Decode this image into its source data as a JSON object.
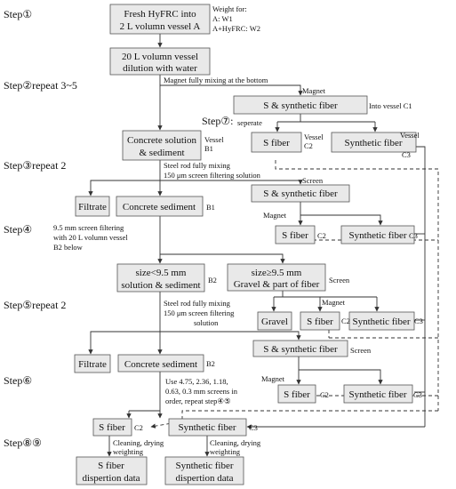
{
  "steps": {
    "s1": "Step①",
    "s2": "Step②repeat 3~5",
    "s3": "Step③repeat 2",
    "s4": "Step④",
    "s5": "Step⑤repeat 2",
    "s6": "Step⑥",
    "s7": "Step⑦:",
    "s89": "Step⑧⑨"
  },
  "boxes": {
    "fresh_l1": "Fresh HyFRC into",
    "fresh_l2": "2 L volumn vessel A",
    "dil_l1": "20 L volumn vessel",
    "dil_l2": "dilution with water",
    "ss1": "S & synthetic fiber",
    "conc_sol_l1": "Concrete solution",
    "conc_sol_l2": "& sediment",
    "sfib7": "S fiber",
    "synfib7": "Synthetic fiber",
    "filtrate1": "Filtrate",
    "sed1": "Concrete sediment",
    "ss3": "S & synthetic fiber",
    "sfib4": "S fiber",
    "synfib4": "Synthetic fiber",
    "small_l1": "size<9.5 mm",
    "small_l2": "solution & sediment",
    "big_l1": "size≥9.5 mm",
    "big_l2": "Gravel & part of fiber",
    "gravel": "Gravel",
    "sfib5": "S fiber",
    "synfib5": "Synthetic fiber",
    "ss5": "S & synthetic fiber",
    "filtrate2": "Filtrate",
    "sed2": "Concrete sediment",
    "sfib6": "S fiber",
    "synfib6": "Synthetic fiber",
    "sfib8": "S fiber",
    "synfib8": "Synthetic fiber",
    "sdata_l1": "S fiber",
    "sdata_l2": "dispertion data",
    "syndata_l1": "Synthetic fiber",
    "syndata_l2": "dispertion data"
  },
  "notes": {
    "weight_l1": "Weight for:",
    "weight_l2": "A: W1",
    "weight_l3": "A+HyFRC: W2",
    "magnet_bottom": "Magnet fully mixing at the bottom",
    "magnet_a": "Magnet",
    "into_c1": "Into vessel C1",
    "seperate": "seperate",
    "vessel_b1_l1": "Vessel",
    "vessel_b1_l2": "B1",
    "vessel_c2_l1": "Vessel",
    "vessel_c2_l2": "C2",
    "vessel_c3_l1": "Vessel",
    "vessel_c3_l2": "C3",
    "steel_rod1_l1": "Steel rod fully mixing",
    "steel_rod1_l2": "150 μm screen filtering solution",
    "screen_a": "Screen",
    "b1": "B1",
    "magnet_b": "Magnet",
    "c2_a": "C2",
    "c3_a": "C3",
    "screen95_l1": "9.5 mm screen filtering",
    "screen95_l2": "with 20 L volumn vessel",
    "screen95_l3": "B2 below",
    "b2_a": "B2",
    "screen_b": "Screen",
    "steel_rod2_l1": "Steel rod fully mixing",
    "steel_rod2_l2": "150 μm screen filtering",
    "steel_rod2_l3": "solution",
    "magnet_c": "Magnet",
    "c2_b": "C2",
    "c3_b": "C3",
    "screen_c": "Screen",
    "b2_b": "B2",
    "use_l1": "Use 4.75, 2.36, 1.18,",
    "use_l2": "0.63, 0.3 mm screens in",
    "use_l3": "order, repeat step④⑤",
    "magnet_d": "Magnet",
    "c2_c": "C2",
    "c3_c": "C3",
    "c2_d": "C2",
    "c3_d": "C3",
    "clean1_l1": "Cleaning, drying",
    "clean1_l2": "weighting",
    "clean2_l1": "Cleaning, drying",
    "clean2_l2": "weighting"
  }
}
